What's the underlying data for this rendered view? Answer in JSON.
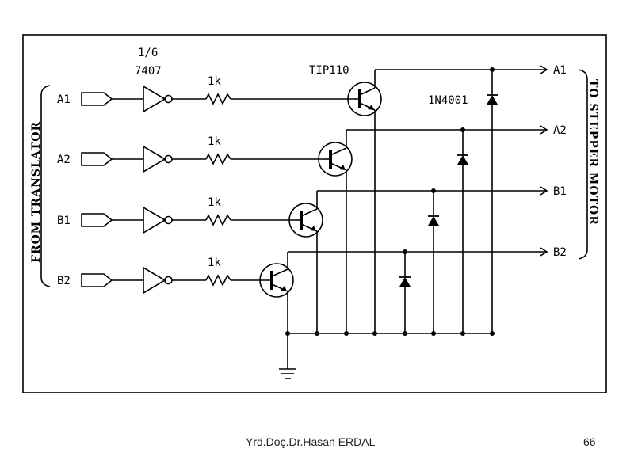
{
  "diagram": {
    "left_group_label": "FROM TRANSLATOR",
    "right_group_label": "TO STEPPER MOTOR",
    "gate_fraction": "1/6",
    "gate_part": "7407",
    "transistor_part": "TIP110",
    "diode_part": "1N4001",
    "inputs": [
      "A1",
      "A2",
      "B1",
      "B2"
    ],
    "resistors": [
      "1k",
      "1k",
      "1k",
      "1k"
    ],
    "outputs": [
      "A1",
      "A2",
      "B1",
      "B2"
    ]
  },
  "footer": {
    "author": "Yrd.Doç.Dr.Hasan ERDAL",
    "page_number": "66"
  }
}
